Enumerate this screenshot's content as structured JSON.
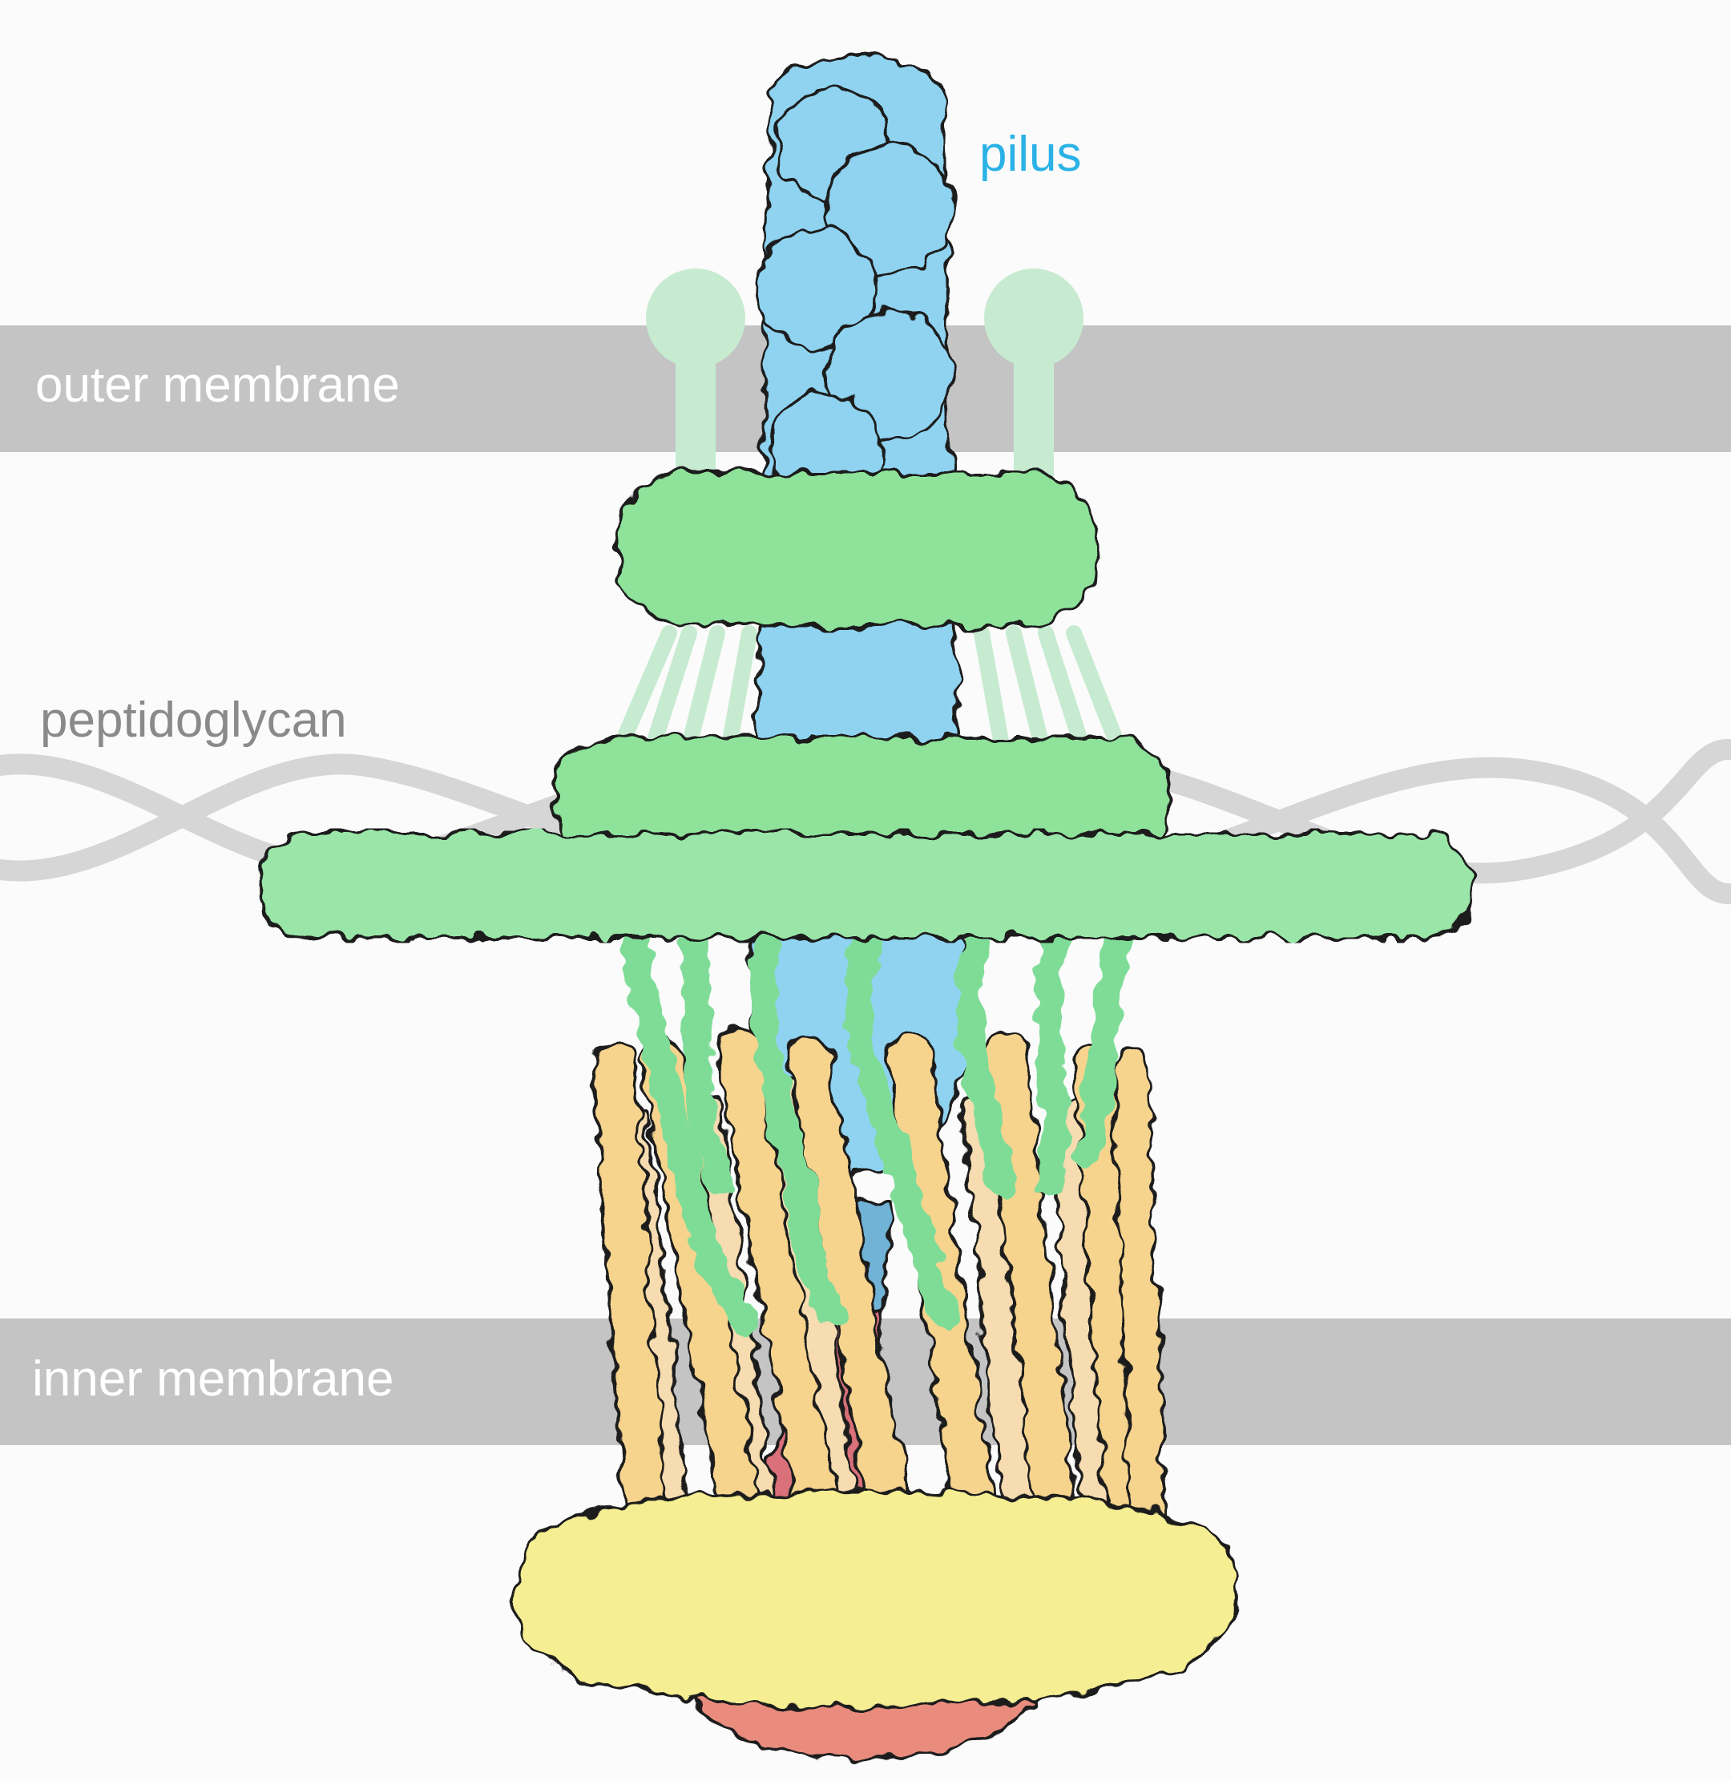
{
  "labels": {
    "outer_membrane": "outer membrane",
    "peptidoglycan": "peptidoglycan",
    "inner_membrane": "inner membrane",
    "pilus": "pilus"
  },
  "colors": {
    "membrane": "#c4c4c4",
    "peptidoglycan": "#d6d6d6",
    "pilus": "#8fd3f0",
    "pilus_dark": "#6fb3d6",
    "lipoprotein": "#c6ebd0",
    "ring_green": "#8ee29a",
    "strand_green": "#7fdc97",
    "orange": "#f6d48e",
    "orange_light": "#f6dcb0",
    "red": "#d9707a",
    "yellow": "#f5ee92",
    "salmon": "#e98c7e",
    "outline": "#1f1f1f",
    "pilus_label": "#2ab2e6",
    "peptidoglycan_label": "#8a8a8a"
  }
}
